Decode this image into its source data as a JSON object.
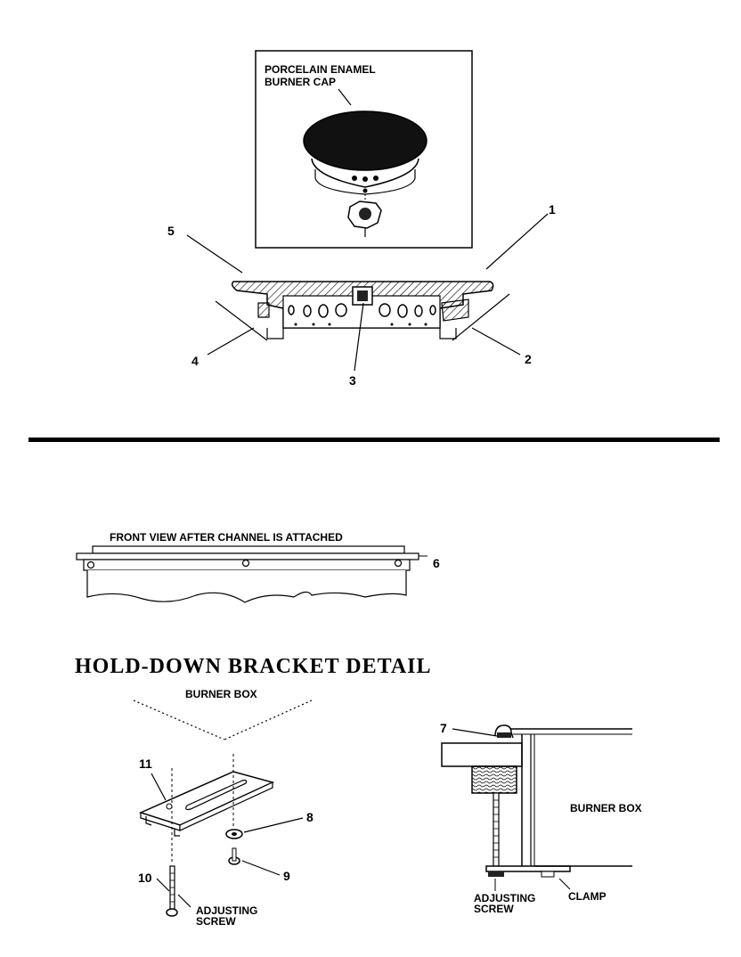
{
  "burner": {
    "cap_label_line1": "PORCELAIN ENAMEL",
    "cap_label_line2": "BURNER CAP",
    "callouts": [
      "1",
      "2",
      "3",
      "4",
      "5"
    ]
  },
  "front_view": {
    "caption": "FRONT VIEW AFTER CHANNEL IS ATTACHED",
    "callout": "6"
  },
  "bracket_detail": {
    "title": "HOLD-DOWN BRACKET DETAIL",
    "left": {
      "burner_box_label": "BURNER BOX",
      "adjusting_screw_line1": "ADJUSTING",
      "adjusting_screw_line2": "SCREW",
      "callouts": [
        "11",
        "8",
        "9",
        "10"
      ]
    },
    "right": {
      "burner_box_label": "BURNER BOX",
      "adjusting_screw_line1": "ADJUSTING",
      "adjusting_screw_line2": "SCREW",
      "clamp_label": "CLAMP",
      "callout": "7"
    }
  }
}
